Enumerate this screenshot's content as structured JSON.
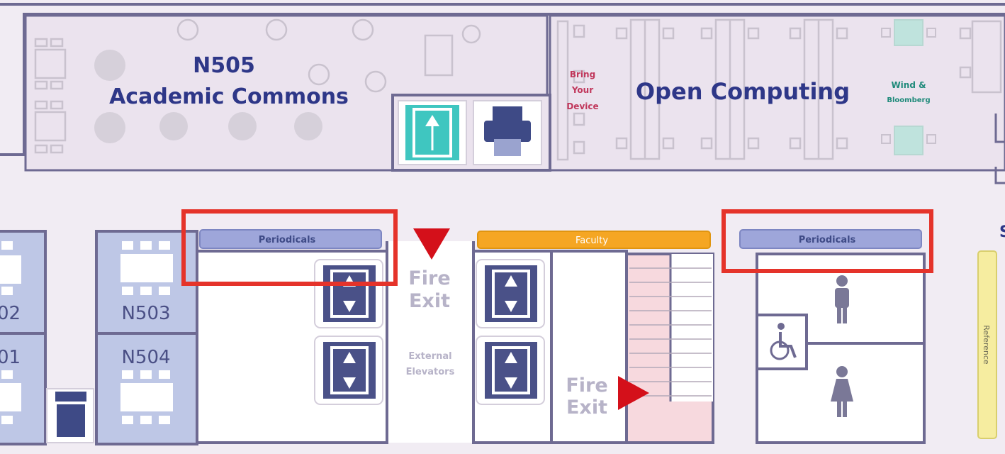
{
  "rooms": {
    "n505_number": "N505",
    "n505_name": "Academic Commons",
    "open_computing": "Open Computing",
    "byod_line1": "Bring",
    "byod_line2": "Your",
    "byod_line3": "Device",
    "wind_line1": "Wind &",
    "wind_line2": "Bloomberg",
    "n502": "02",
    "n501": "01",
    "n503": "N503",
    "n504": "N504",
    "right_edge_label": "S"
  },
  "shelves": {
    "periodicals_left": "Periodicals",
    "faculty": "Faculty",
    "periodicals_right": "Periodicals",
    "reference": "Reference"
  },
  "exits": {
    "fire_exit_1_line1": "Fire",
    "fire_exit_1_line2": "Exit",
    "fire_exit_2_line1": "Fire",
    "fire_exit_2_line2": "Exit",
    "external_elevators_line1": "External",
    "external_elevators_line2": "Elevators"
  },
  "colors": {
    "wall": "#6e6a92",
    "room_fill": "#ece4ef",
    "periodicals_fill": "#9ea6da",
    "faculty_fill": "#f5a623",
    "reference_fill": "#f6eda0",
    "highlight": "#e5332a",
    "title_text": "#2e3788",
    "byod_text": "#c0375b",
    "wind_text": "#1f8a7a",
    "fire_arrow": "#d4101a",
    "stair_fill": "#f7d9de"
  }
}
